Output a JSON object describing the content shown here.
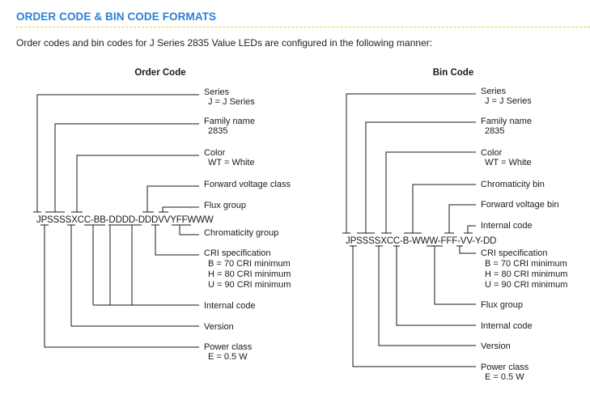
{
  "header": {
    "title": "ORDER CODE & BIN CODE FORMATS",
    "intro": "Order codes and bin codes for J Series 2835 Value LEDs are configured in the following manner:"
  },
  "order": {
    "heading": "Order Code",
    "code": "JPSSSSXCC-BB-DDDD-DDDVVYFFWWW",
    "labels": {
      "series": "Series",
      "series_val": "J = J Series",
      "family": "Family name",
      "family_val": "2835",
      "color": "Color",
      "color_val": "WT = White",
      "fwd": "Forward voltage class",
      "flux": "Flux group",
      "chroma": "Chromaticity group",
      "cri": "CRI specification",
      "cri_b": "B = 70 CRI minimum",
      "cri_h": "H = 80 CRI minimum",
      "cri_u": "U = 90 CRI minimum",
      "internal": "Internal code",
      "version": "Version",
      "power": "Power class",
      "power_val": "E = 0.5 W"
    }
  },
  "bin": {
    "heading": "Bin Code",
    "code": "JPSSSSXCC-B-WWW-FFF-VV-Y-DD",
    "labels": {
      "series": "Series",
      "series_val": "J = J Series",
      "family": "Family name",
      "family_val": "2835",
      "color": "Color",
      "color_val": "WT = White",
      "chroma": "Chromaticity bin",
      "fwd": "Forward voltage bin",
      "internal": "Internal code",
      "cri": "CRI specification",
      "cri_b": "B = 70 CRI minimum",
      "cri_h": "H = 80 CRI minimum",
      "cri_u": "U = 90 CRI minimum",
      "flux": "Flux group",
      "internal2": "Internal code",
      "version": "Version",
      "power": "Power class",
      "power_val": "E = 0.5 W"
    }
  }
}
